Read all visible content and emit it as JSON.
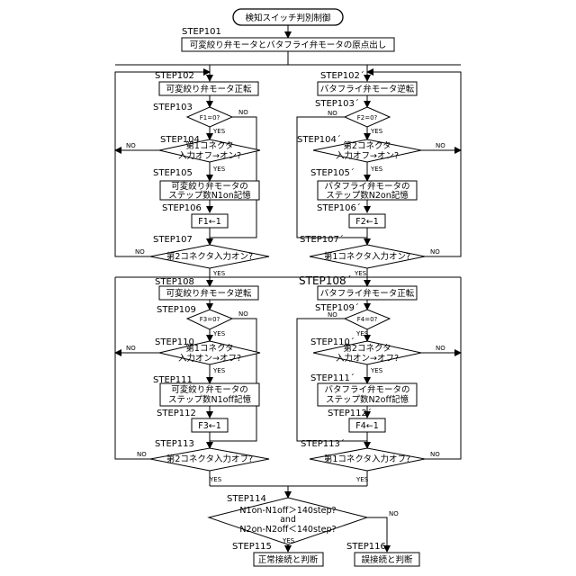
{
  "title": "検知スイッチ判別制御",
  "init": {
    "step": "STEP101",
    "label": "可変絞り弁モータとバタフライ弁モータの原点出し"
  },
  "yes": "YES",
  "no": "NO",
  "left_phase1": {
    "s102": {
      "step": "STEP102",
      "label": "可変絞り弁モータ正転"
    },
    "s103": {
      "step": "STEP103",
      "label": "F1=0?"
    },
    "s104": {
      "step": "STEP104",
      "line1": "第1コネクタ",
      "line2": "入力オフ→オン?"
    },
    "s105": {
      "step": "STEP105",
      "line1": "可変絞り弁モータの",
      "line2": "ステップ数N1on記憶"
    },
    "s106": {
      "step": "STEP106",
      "label": "F1←1"
    },
    "s107": {
      "step": "STEP107",
      "label": "第2コネクタ入力オン?"
    }
  },
  "right_phase1": {
    "s102": {
      "step": "STEP102´",
      "label": "バタフライ弁モータ逆転"
    },
    "s103": {
      "step": "STEP103´",
      "label": "F2=0?"
    },
    "s104": {
      "step": "STEP104´",
      "line1": "第2コネクタ",
      "line2": "入力オフ→オン?"
    },
    "s105": {
      "step": "STEP105´",
      "line1": "バタフライ弁モータの",
      "line2": "ステップ数N2on記憶"
    },
    "s106": {
      "step": "STEP106´",
      "label": "F2←1"
    },
    "s107": {
      "step": "STEP107´",
      "label": "第1コネクタ入力オン?"
    }
  },
  "left_phase2": {
    "s108": {
      "step": "STEP108",
      "label": "可変絞り弁モータ逆転"
    },
    "s109": {
      "step": "STEP109",
      "label": "F3=0?"
    },
    "s110": {
      "step": "STEP110",
      "line1": "第1コネクタ",
      "line2": "入力オン→オフ?"
    },
    "s111": {
      "step": "STEP111",
      "line1": "可変絞り弁モータの",
      "line2": "ステップ数N1off記憶"
    },
    "s112": {
      "step": "STEP112",
      "label": "F3←1"
    },
    "s113": {
      "step": "STEP113",
      "label": "第2コネクタ入力オフ?"
    }
  },
  "right_phase2": {
    "s108": {
      "step": "STEP108´",
      "label": "バタフライ弁モータ正転"
    },
    "s109": {
      "step": "STEP109´",
      "label": "F4=0?"
    },
    "s110": {
      "step": "STEP110´",
      "line1": "第2コネクタ",
      "line2": "入力オン→オフ?"
    },
    "s111": {
      "step": "STEP111´",
      "line1": "バタフライ弁モータの",
      "line2": "ステップ数N2off記憶"
    },
    "s112": {
      "step": "STEP112´",
      "label": "F4←1"
    },
    "s113": {
      "step": "STEP113´",
      "label": "第1コネクタ入力オフ?"
    }
  },
  "final": {
    "s114": {
      "step": "STEP114",
      "line1": "N1on-N1off＞140step?",
      "line2": "and",
      "line3": "N2on-N2off＜140step?"
    },
    "s115": {
      "step": "STEP115",
      "label": "正常接続と判断"
    },
    "s116": {
      "step": "STEP116",
      "label": "誤接続と判断"
    }
  }
}
